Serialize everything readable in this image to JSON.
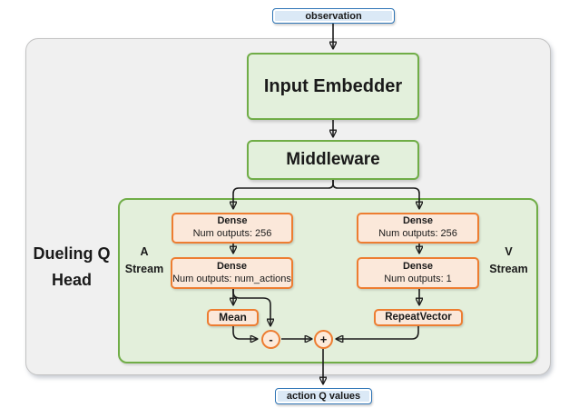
{
  "diagram": {
    "nodes": {
      "observation": {
        "label": "observation"
      },
      "input_embedder": {
        "label": "Input Embedder"
      },
      "middleware": {
        "label": "Middleware"
      },
      "dense_a1": {
        "title": "Dense",
        "subtitle": "Num outputs: 256"
      },
      "dense_a2": {
        "title": "Dense",
        "subtitle": "Num outputs: num_actions"
      },
      "dense_v1": {
        "title": "Dense",
        "subtitle": "Num outputs: 256"
      },
      "dense_v2": {
        "title": "Dense",
        "subtitle": "Num outputs: 1"
      },
      "mean": {
        "label": "Mean"
      },
      "repeat_vector": {
        "label": "RepeatVector"
      },
      "minus_node": {
        "label": "-"
      },
      "plus_node": {
        "label": "+"
      },
      "action_q_values": {
        "label": "action Q values"
      }
    },
    "labels": {
      "dueling_head": {
        "line1": "Dueling Q",
        "line2": "Head"
      },
      "a_stream": {
        "line1": "A",
        "line2": "Stream"
      },
      "v_stream": {
        "line1": "V",
        "line2": "Stream"
      }
    },
    "colors": {
      "blue_fill": "#dbe9f6",
      "blue_border": "#2e75b6",
      "green_fill": "#e3f0dc",
      "green_border": "#70ad47",
      "orange_fill": "#fbe8da",
      "orange_border": "#ed7d31",
      "container_fill": "#f0f0f0",
      "container_border": "#c2c2c2",
      "arrow": "#1c1c1c"
    }
  }
}
